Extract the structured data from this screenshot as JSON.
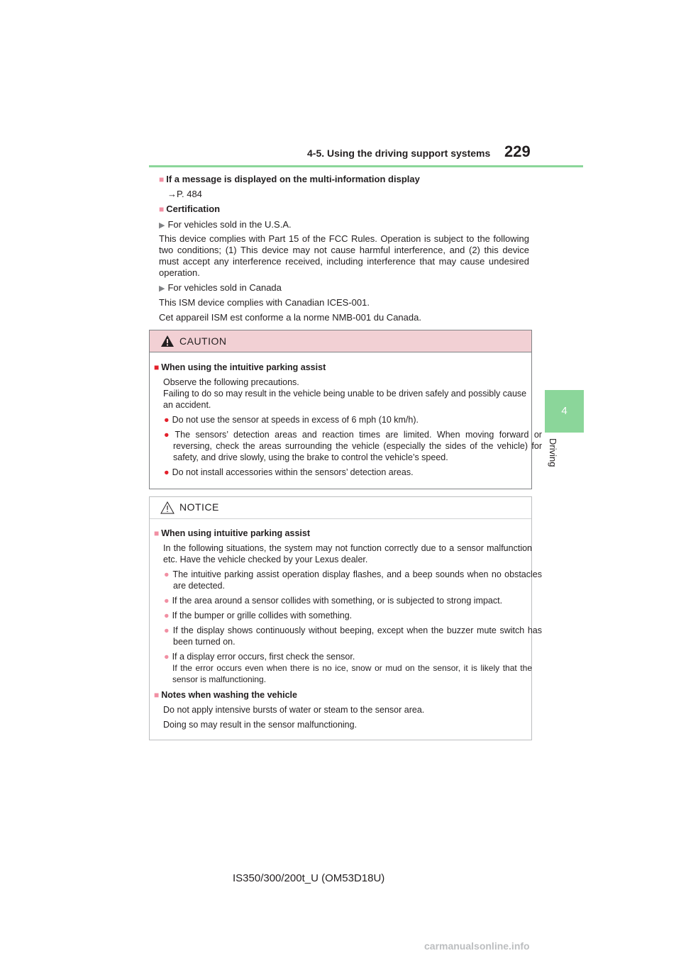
{
  "header": {
    "section": "4-5. Using the driving support systems",
    "page_number": "229"
  },
  "side_tab": {
    "number": "4",
    "label": "Driving"
  },
  "body": {
    "msg_heading": "If a message is displayed on the multi-information display",
    "msg_ref": "→P. 484",
    "cert_heading": "Certification",
    "usa_heading": "For vehicles sold in the U.S.A.",
    "usa_text": "This device complies with Part 15 of the FCC Rules. Operation is subject to the following two conditions; (1) This device may not cause harmful interference, and (2) this device must accept any interference received, including interference that may cause undesired operation.",
    "canada_heading": "For vehicles sold in Canada",
    "canada_text_1": "This ISM device complies with Canadian ICES-001.",
    "canada_text_2": "Cet appareil ISM est conforme a la norme NMB-001 du Canada."
  },
  "caution": {
    "title": "CAUTION",
    "heading": "When using the intuitive parking assist",
    "intro_1": "Observe the following precautions.",
    "intro_2": "Failing to do so may result in the vehicle being unable to be driven safely and possibly cause an accident.",
    "items": [
      "Do not use the sensor at speeds in excess of 6 mph (10 km/h).",
      "The sensors’ detection areas and reaction times are limited. When moving forward or reversing, check the areas surrounding the vehicle (especially the sides of the vehicle) for safety, and drive slowly, using the brake to control the vehicle’s speed.",
      "Do not install accessories within the sensors’ detection areas."
    ]
  },
  "notice": {
    "title": "NOTICE",
    "heading_1": "When using intuitive parking assist",
    "intro": "In the following situations, the system may not function correctly due to a sensor malfunction etc. Have the vehicle checked by your Lexus dealer.",
    "items": [
      "The intuitive parking assist operation display flashes, and a beep sounds when no obstacles are detected.",
      "If the area around a sensor collides with something, or is subjected to strong impact.",
      "If the bumper or grille collides with something.",
      "If the display shows continuously without beeping, except when the buzzer mute switch has been turned on.",
      "If a display error occurs, first check the sensor.",
      "If the error occurs even when there is no ice, snow or mud on the sensor, it is likely that the sensor is malfunctioning."
    ],
    "heading_2": "Notes when washing the vehicle",
    "wash_1": "Do not apply intensive bursts of water or steam to the sensor area.",
    "wash_2": "Doing so may result in the sensor malfunctioning."
  },
  "footer": {
    "model": "IS350/300/200t_U (OM53D18U)"
  },
  "watermark": "carmanualsonline.info",
  "colors": {
    "accent_green": "#8bd69a",
    "caution_bar": "#f2d0d4",
    "caution_red": "#e3202b",
    "notice_pink": "#f18fa3"
  },
  "icons": {
    "warning": "warning-triangle-icon",
    "square_bullet": "square-bullet-icon",
    "round_bullet": "round-bullet-icon",
    "arrow": "triangle-arrow-icon"
  }
}
